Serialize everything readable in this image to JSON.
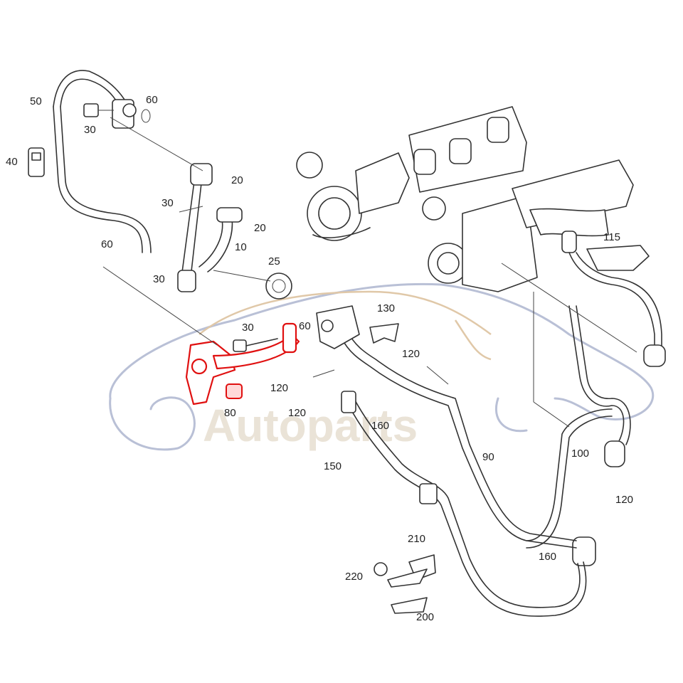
{
  "callouts": {
    "c50": "50",
    "c60a": "60",
    "c30a": "30",
    "c40": "40",
    "c20a": "20",
    "c30b": "30",
    "c20b": "20",
    "c10": "10",
    "c60b": "60",
    "c30c": "30",
    "c25": "25",
    "c115": "115",
    "c130": "130",
    "c30d": "30",
    "c60c": "60",
    "c120a": "120",
    "c120b": "120",
    "c80": "80",
    "c120c": "120",
    "c160a": "160",
    "c90": "90",
    "c150": "150",
    "c100": "100",
    "c120d": "120",
    "c160b": "160",
    "c210": "210",
    "c220": "220",
    "c200": "200"
  },
  "watermark": {
    "text": "Autoparts"
  },
  "colors": {
    "highlight": "#e01010",
    "line": "#333333",
    "logo": "#b9c0d6"
  }
}
